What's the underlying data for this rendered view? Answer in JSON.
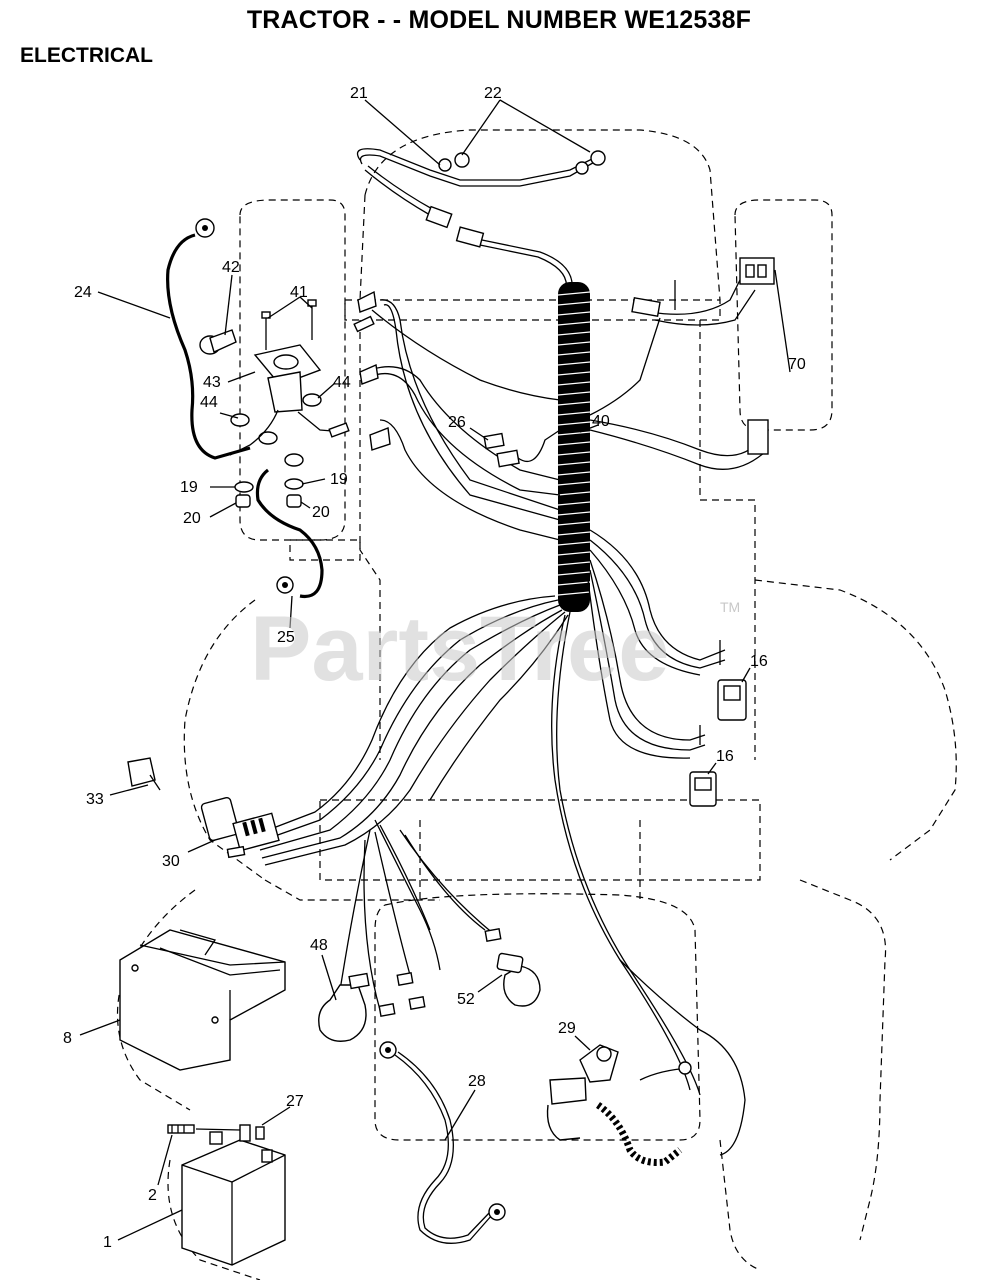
{
  "title": "TRACTOR - - MODEL NUMBER WE12538F",
  "section": "ELECTRICAL",
  "watermark": "PartsTree",
  "trademark": "TM",
  "callouts": {
    "c1": "1",
    "c2": "2",
    "c8": "8",
    "c16a": "16",
    "c16b": "16",
    "c19a": "19",
    "c19b": "19",
    "c20a": "20",
    "c20b": "20",
    "c21": "21",
    "c22": "22",
    "c24": "24",
    "c25": "25",
    "c26": "26",
    "c27": "27",
    "c28": "28",
    "c29": "29",
    "c30": "30",
    "c33": "33",
    "c40": "40",
    "c41": "41",
    "c42": "42",
    "c43": "43",
    "c44a": "44",
    "c44b": "44",
    "c48": "48",
    "c52": "52",
    "c70": "70"
  }
}
